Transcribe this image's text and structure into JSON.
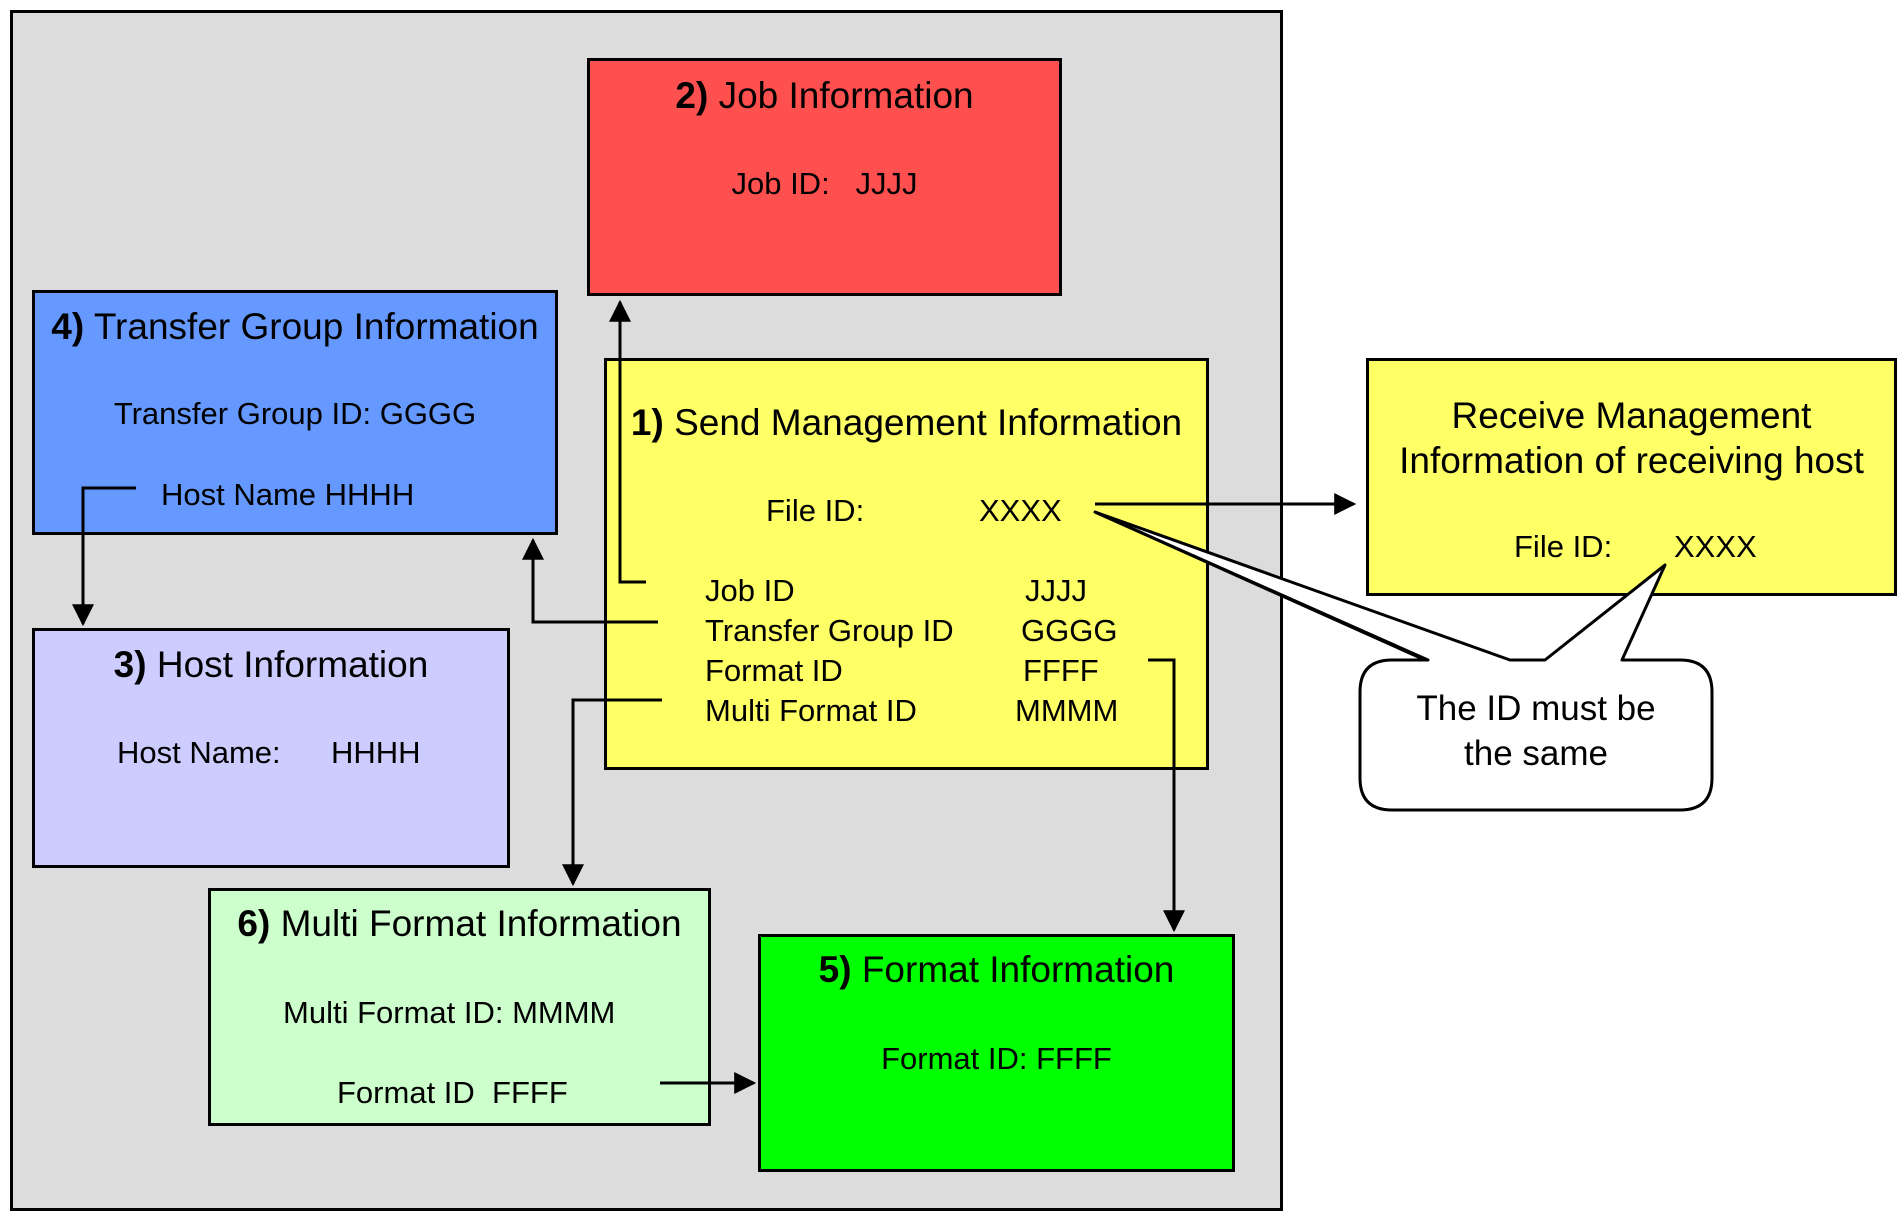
{
  "colors": {
    "panel_bg": "#dcdcdc",
    "job_box": "#ff5050",
    "send_box": "#ffff66",
    "transfer_box": "#6699ff",
    "host_box": "#ccccff",
    "multi_format_box": "#ccffcc",
    "format_box": "#00ff00",
    "receive_box": "#ffff66",
    "callout_bg": "#ffffff"
  },
  "job": {
    "num": "2)",
    "title": "Job Information",
    "field_label": "Job ID:",
    "field_value": "JJJJ"
  },
  "transfer_group": {
    "num": "4)",
    "title": "Transfer Group Information",
    "field1": "Transfer Group ID: GGGG",
    "field2": "Host Name HHHH"
  },
  "host": {
    "num": "3)",
    "title": "Host Information",
    "field_label": "Host Name:",
    "field_value": "HHHH"
  },
  "send": {
    "num": "1)",
    "title": "Send Management Information",
    "file_label": "File ID:",
    "file_value": "XXXX",
    "rows": [
      {
        "label": "Job ID",
        "value": "JJJJ"
      },
      {
        "label": "Transfer Group ID",
        "value": "GGGG"
      },
      {
        "label": "Format ID",
        "value": "FFFF"
      },
      {
        "label": "Multi Format ID",
        "value": "MMMM"
      }
    ]
  },
  "receive": {
    "title_line1": "Receive Management",
    "title_line2": "Information of receiving host",
    "file_label": "File ID:",
    "file_value": "XXXX"
  },
  "callout": {
    "line1": "The ID must be",
    "line2": "the same"
  },
  "multi_format": {
    "num": "6)",
    "title": "Multi Format Information",
    "field1": "Multi Format ID: MMMM",
    "field2": "Format ID  FFFF"
  },
  "format": {
    "num": "5)",
    "title": "Format Information",
    "field1": "Format ID: FFFF"
  }
}
